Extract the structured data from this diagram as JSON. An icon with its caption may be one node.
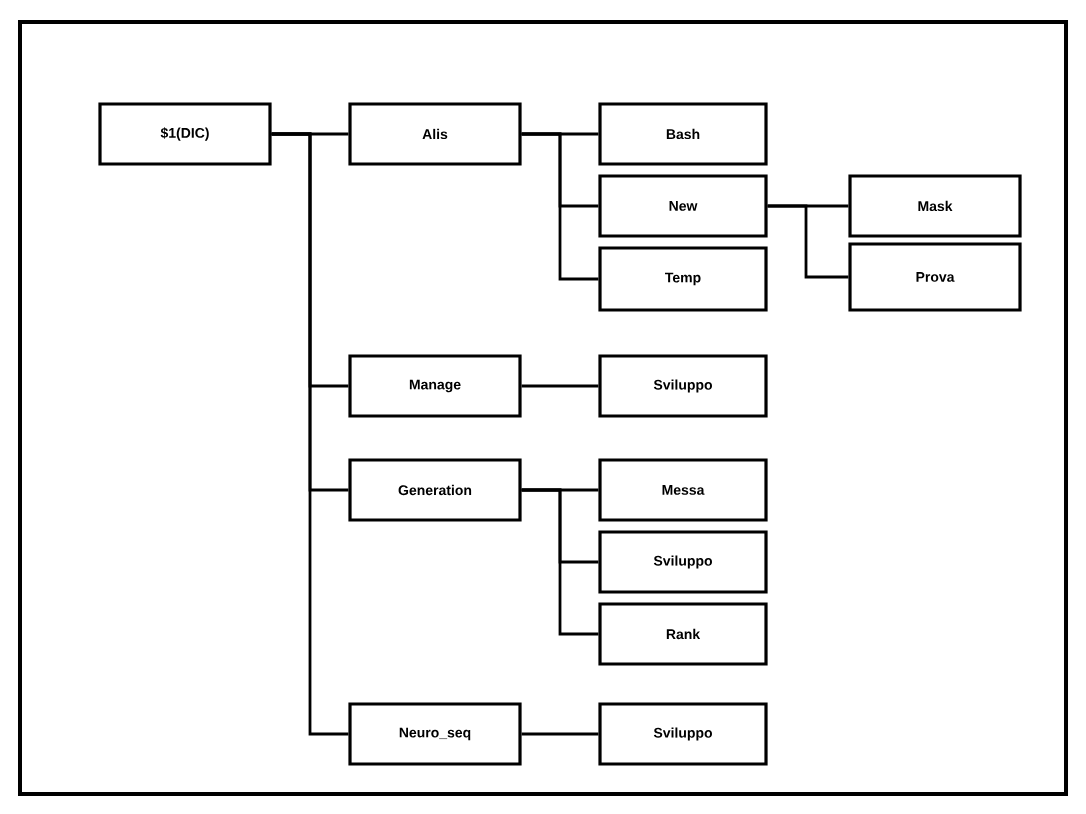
{
  "diagram": {
    "nodes": [
      {
        "text": [
          "$1(DIC)"
        ]
      },
      {
        "text": [
          "Alis"
        ]
      },
      {
        "text": [
          "Bash"
        ]
      },
      {
        "text": [
          "New"
        ]
      },
      {
        "text": [
          "Temp"
        ]
      },
      {
        "text": [
          "Mask"
        ]
      },
      {
        "text": [
          "Prova"
        ]
      },
      {
        "text": [
          "Manage"
        ]
      },
      {
        "text": [
          "Sviluppo"
        ]
      },
      {
        "text": [
          "Generation"
        ]
      },
      {
        "text": [
          "Messa"
        ]
      },
      {
        "text": [
          "Sviluppo"
        ]
      },
      {
        "text": [
          "Rank"
        ]
      },
      {
        "text": [
          "Neuro_seq"
        ]
      },
      {
        "text": [
          "Sviluppo"
        ]
      }
    ],
    "edges": [
      {
        "from": 0,
        "to": 1,
        "arrow": "none"
      },
      {
        "from": 0,
        "to": 7,
        "arrow": "none"
      },
      {
        "from": 0,
        "to": 9,
        "arrow": "none"
      },
      {
        "from": 0,
        "to": 13,
        "arrow": "none"
      },
      {
        "from": 1,
        "to": 2,
        "arrow": "none"
      },
      {
        "from": 1,
        "to": 3,
        "arrow": "none"
      },
      {
        "from": 1,
        "to": 4,
        "arrow": "none"
      },
      {
        "from": 3,
        "to": 5,
        "arrow": "none"
      },
      {
        "from": 3,
        "to": 6,
        "arrow": "none"
      },
      {
        "from": 7,
        "to": 8,
        "arrow": "none"
      },
      {
        "from": 9,
        "to": 10,
        "arrow": "none"
      },
      {
        "from": 9,
        "to": 11,
        "arrow": "none"
      },
      {
        "from": 9,
        "to": 12,
        "arrow": "none"
      },
      {
        "from": 13,
        "to": 14,
        "arrow": "none"
      }
    ]
  }
}
